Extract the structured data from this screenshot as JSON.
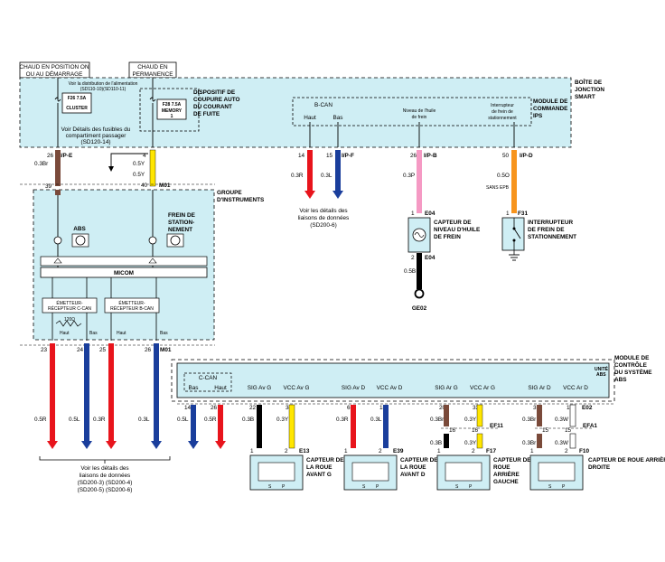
{
  "colors": {
    "panel": "#cfeef4",
    "red": "#e8141c",
    "blue": "#1a3e9c",
    "yellow": "#ffe600",
    "brown": "#7a4a3a",
    "pink": "#f59ac4",
    "orange": "#f7941d",
    "black": "#000000"
  },
  "top_labels": {
    "power_on_1": "CHAUD EN POSITION ON",
    "power_on_2": "OU AU DÉMARRAGE",
    "power_perm_1": "CHAUD EN",
    "power_perm_2": "PERMANENCE"
  },
  "sjb": {
    "title_1": "BOÎTE DE",
    "title_2": "JONCTION",
    "title_3": "SMART",
    "ref_supply_1": "Voir la distribution de l'alimentation",
    "ref_supply_2": "(SD110-10)(SD110-11)",
    "fuse_cluster": "F26 7.5A",
    "fuse_cluster_name": "CLUSTER",
    "fuse_memory": "F28 7.5A",
    "fuse_memory_name_1": "MEMORY",
    "fuse_memory_name_2": "1",
    "dispositif_1": "DISPOSITIF DE",
    "dispositif_2": "COUPURE AUTO",
    "dispositif_3": "DU COURANT",
    "dispositif_4": "DE FUITE",
    "ref_fuses_1": "Voir Détails des fusibles du",
    "ref_fuses_2": "compartiment passager",
    "ref_fuses_3": "(SD120-14)",
    "bcan": "B-CAN",
    "haut": "Haut",
    "bas": "Bas",
    "niveau_1": "Niveau de l'huile",
    "niveau_2": "de frein",
    "interrupteur_1": "Interrupteur",
    "interrupteur_2": "de frein de",
    "interrupteur_3": "stationnement",
    "ips_1": "MODULE DE",
    "ips_2": "COMMANDE",
    "ips_3": "IPS"
  },
  "wires_top": {
    "w26": "26",
    "w26_conn": "I/P-E",
    "w26_spec": "0.3Br",
    "w4": "4",
    "w4_spec": "0.5Y",
    "w40": "40",
    "w40_spec": "0.5Y",
    "m01": "M01",
    "w39": "39",
    "w14": "14",
    "w14_spec": "0.3R",
    "w15": "15",
    "w15_conn": "I/P-F",
    "w15_spec": "0.3L",
    "w26b": "26",
    "w26b_conn": "I/P-B",
    "w26b_spec": "0.3P",
    "w50": "50",
    "w50_conn": "I/P-D",
    "w50_spec": "0.5O",
    "ref_can_1": "Voir les détails des",
    "ref_can_2": "liaisons de données",
    "ref_can_3": "(SD200-6)"
  },
  "cluster": {
    "title_1": "GROUPE",
    "title_2": "D'INSTRUMENTS",
    "abs": "ABS",
    "frein_1": "FREIN DE",
    "frein_2": "STATION-",
    "frein_3": "NEMENT",
    "micom": "MICOM",
    "ccan_1": "ÉMETTEUR-",
    "ccan_2": "RÉCEPTEUR C-CAN",
    "bcan_1": "ÉMETTEUR-",
    "bcan_2": "RÉCEPTEUR B-CAN",
    "res": "120Ω",
    "haut": "Haut",
    "bas": "Bas",
    "pin23": "23",
    "pin24": "24",
    "pin25": "25",
    "pin26": "26",
    "m01": "M01"
  },
  "bottom_left": {
    "s1": "0.5R",
    "s2": "0.5L",
    "s3": "0.3R",
    "s4": "0.3L",
    "ref_1": "Voir les détails des",
    "ref_2": "liaisons de données",
    "ref_3": "(SD200-3) (SD200-4)",
    "ref_4": "(SD200-5) (SD200-6)"
  },
  "brake_fluid": {
    "e04_pin1": "1",
    "e04": "E04",
    "name_1": "CAPTEUR DE",
    "name_2": "NIVEAU D'HUILE",
    "name_3": "DE FREIN",
    "pin2": "2",
    "e04b": "E04",
    "spec": "0.5B",
    "ground": "GE02"
  },
  "park_switch": {
    "sans_epb": "SANS EPB",
    "pin1": "1",
    "f31": "F31",
    "name_1": "INTERRUPTEUR",
    "name_2": "DE FREIN DE",
    "name_3": "STATIONNEMENT"
  },
  "abs_module": {
    "title_1": "MODULE DE",
    "title_2": "CONTRÔLE",
    "title_3": "DU SYSTÈME",
    "title_4": "ABS",
    "unite_1": "UNITÉ",
    "unite_2": "ABS",
    "ccan": "C-CAN",
    "bas": "Bas",
    "haut": "Haut",
    "sig_avg": "SIG Av G",
    "vcc_avg": "VCC Av G",
    "sig_avd": "SIG Av D",
    "vcc_avd": "VCC Av D",
    "sig_arg": "SIG Ar G",
    "vcc_arg": "VCC Ar G",
    "sig_ard": "SIG Ar D",
    "vcc_ard": "VCC Ar D",
    "p14": "14",
    "p26": "26",
    "p22": "22",
    "p34": "34",
    "p6": "6",
    "p18": "18",
    "p20": "20",
    "p33": "33",
    "p31": "31",
    "p19": "19",
    "e02": "E02",
    "s14": "0.5L",
    "s26": "0.5R",
    "s22": "0.3B",
    "s34": "0.3Y",
    "s6": "0.3R",
    "s18": "0.3L",
    "s20": "0.3Br",
    "s33": "0.3Y",
    "s31": "0.3Br",
    "s19": "0.3W",
    "ef11": "EF11",
    "efa1": "EFA1",
    "p16a": "16",
    "p16b": "16",
    "p15a": "15",
    "p15b": "15",
    "s16": "0.3B",
    "s16y": "0.3Y",
    "s15br": "0.3Br",
    "s15w": "0.3W"
  },
  "sensors": {
    "fl_pins": "1",
    "fl_pin2": "2",
    "fl_conn": "E13",
    "fl_1": "CAPTEUR DE",
    "fl_2": "LA ROUE",
    "fl_3": "AVANT G",
    "fr_pin1": "1",
    "fr_pin2": "2",
    "fr_conn": "E39",
    "fr_1": "CAPTEUR DE",
    "fr_2": "LA ROUE",
    "fr_3": "AVANT D",
    "rl_pin1": "1",
    "rl_pin2": "2",
    "rl_conn": "F17",
    "rl_1": "CAPTEUR DE",
    "rl_2": "ROUE",
    "rl_3": "ARRIÈRE",
    "rl_4": "GAUCHE",
    "rr_pin1": "1",
    "rr_pin2": "2",
    "rr_conn": "F10",
    "rr_1": "CAPTEUR DE ROUE ARRIÈRE",
    "rr_2": "DROITE",
    "s": "S",
    "p": "P"
  }
}
